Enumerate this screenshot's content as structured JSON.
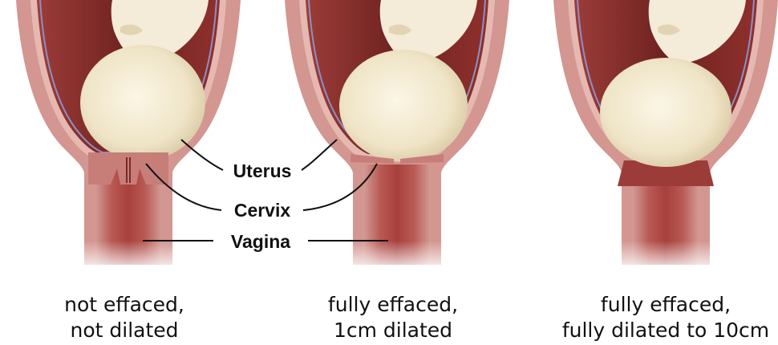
{
  "labels": {
    "uterus": "Uterus",
    "cervix": "Cervix",
    "vagina": "Vagina"
  },
  "stages": [
    {
      "line1": "not effaced,",
      "line2": "not dilated"
    },
    {
      "line1": "fully effaced,",
      "line2": "1cm dilated"
    },
    {
      "line1": "fully effaced,",
      "line2": "fully dilated to 10cm"
    }
  ],
  "colors": {
    "tissue": "#c98a84",
    "tissue_dark": "#8e2f2c",
    "cavity": "#7d2a28",
    "head": "#f3ebd2",
    "membrane": "#8d8fc4",
    "canal": "#b55450"
  }
}
